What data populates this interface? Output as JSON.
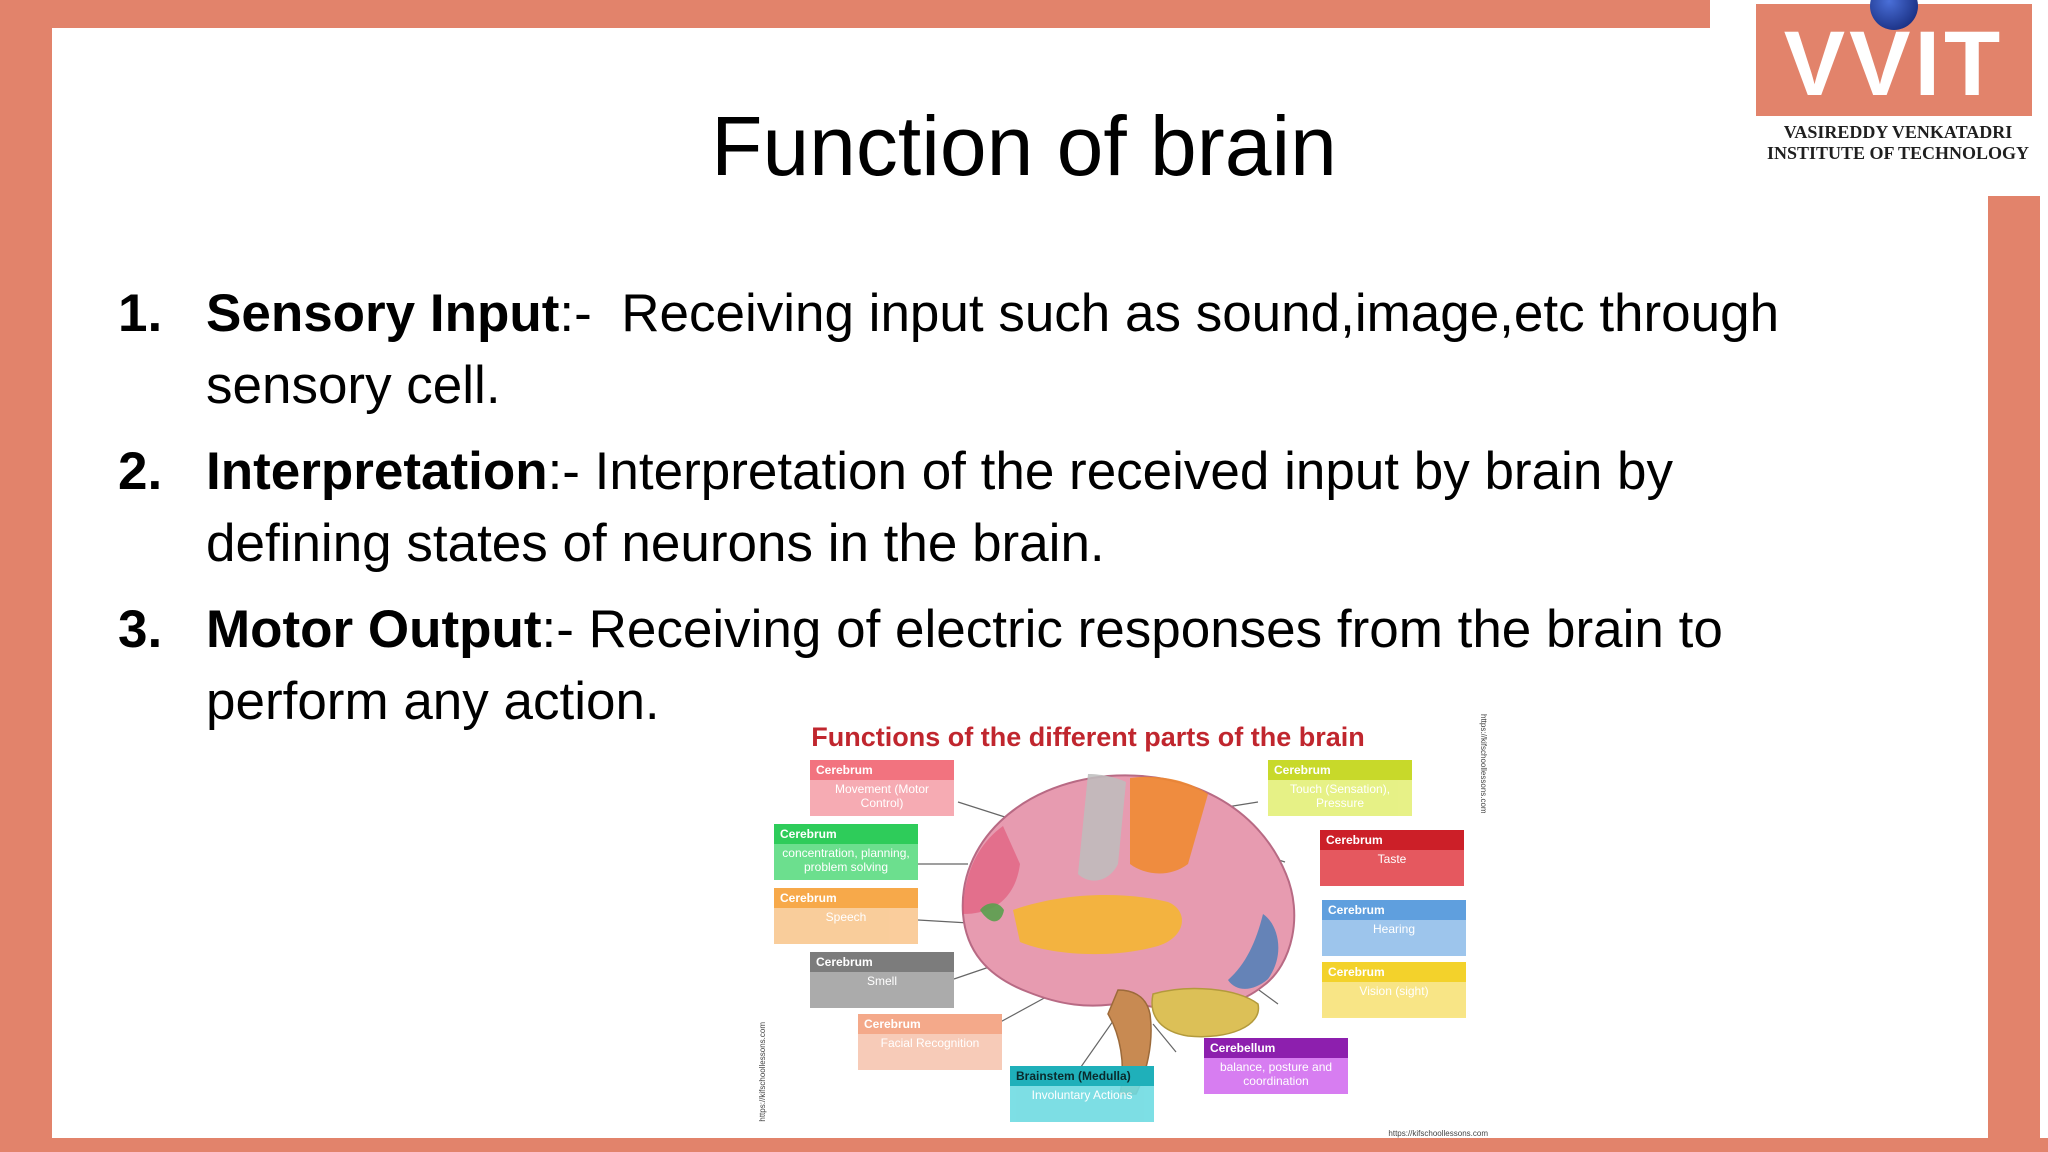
{
  "slide": {
    "title": "Function of brain",
    "points": [
      {
        "number": "1.",
        "term": "Sensory Input",
        "sep": ":-",
        "text": "  Receiving input such as sound,image,etc through sensory cell."
      },
      {
        "number": "2.",
        "term": "Interpretation",
        "sep": ":-",
        "text": " Interpretation of the received input by brain by defining states of neurons in the brain."
      },
      {
        "number": "3.",
        "term": "Motor Output",
        "sep": ":-",
        "text": " Receiving of electric responses from the brain to perform any action."
      }
    ]
  },
  "logo": {
    "text": "VVIT",
    "line1": "VASIREDDY VENKATADRI",
    "line2": "INSTITUTE OF TECHNOLOGY"
  },
  "figure": {
    "title": "Functions of the different parts of the brain",
    "credit": "https://kifschoollessons.com",
    "labels": [
      {
        "heading": "Cerebrum",
        "body": "Movement (Motor Control)",
        "color": "#f2737f"
      },
      {
        "heading": "Cerebrum",
        "body": "concentration, planning, problem solving",
        "color": "#2ecc5a"
      },
      {
        "heading": "Cerebrum",
        "body": "Speech",
        "color": "#f7a94a"
      },
      {
        "heading": "Cerebrum",
        "body": "Smell",
        "color": "#8a8a8a"
      },
      {
        "heading": "Cerebrum",
        "body": "Facial Recognition",
        "color": "#f4a98a"
      },
      {
        "heading": "Brainstem (Medulla)",
        "body": "Involuntary Actions",
        "color": "#3bc6cf"
      },
      {
        "heading": "Cerebellum",
        "body": "balance, posture and coordination",
        "color": "#b13ed1"
      },
      {
        "heading": "Cerebrum",
        "body": "Vision (sight)",
        "color": "#f3d22b"
      },
      {
        "heading": "Cerebrum",
        "body": "Hearing",
        "color": "#5f9fde"
      },
      {
        "heading": "Cerebrum",
        "body": "Taste",
        "color": "#d9262f"
      },
      {
        "heading": "Cerebrum",
        "body": "Touch (Sensation), Pressure",
        "color": "#d6e63a"
      }
    ]
  }
}
